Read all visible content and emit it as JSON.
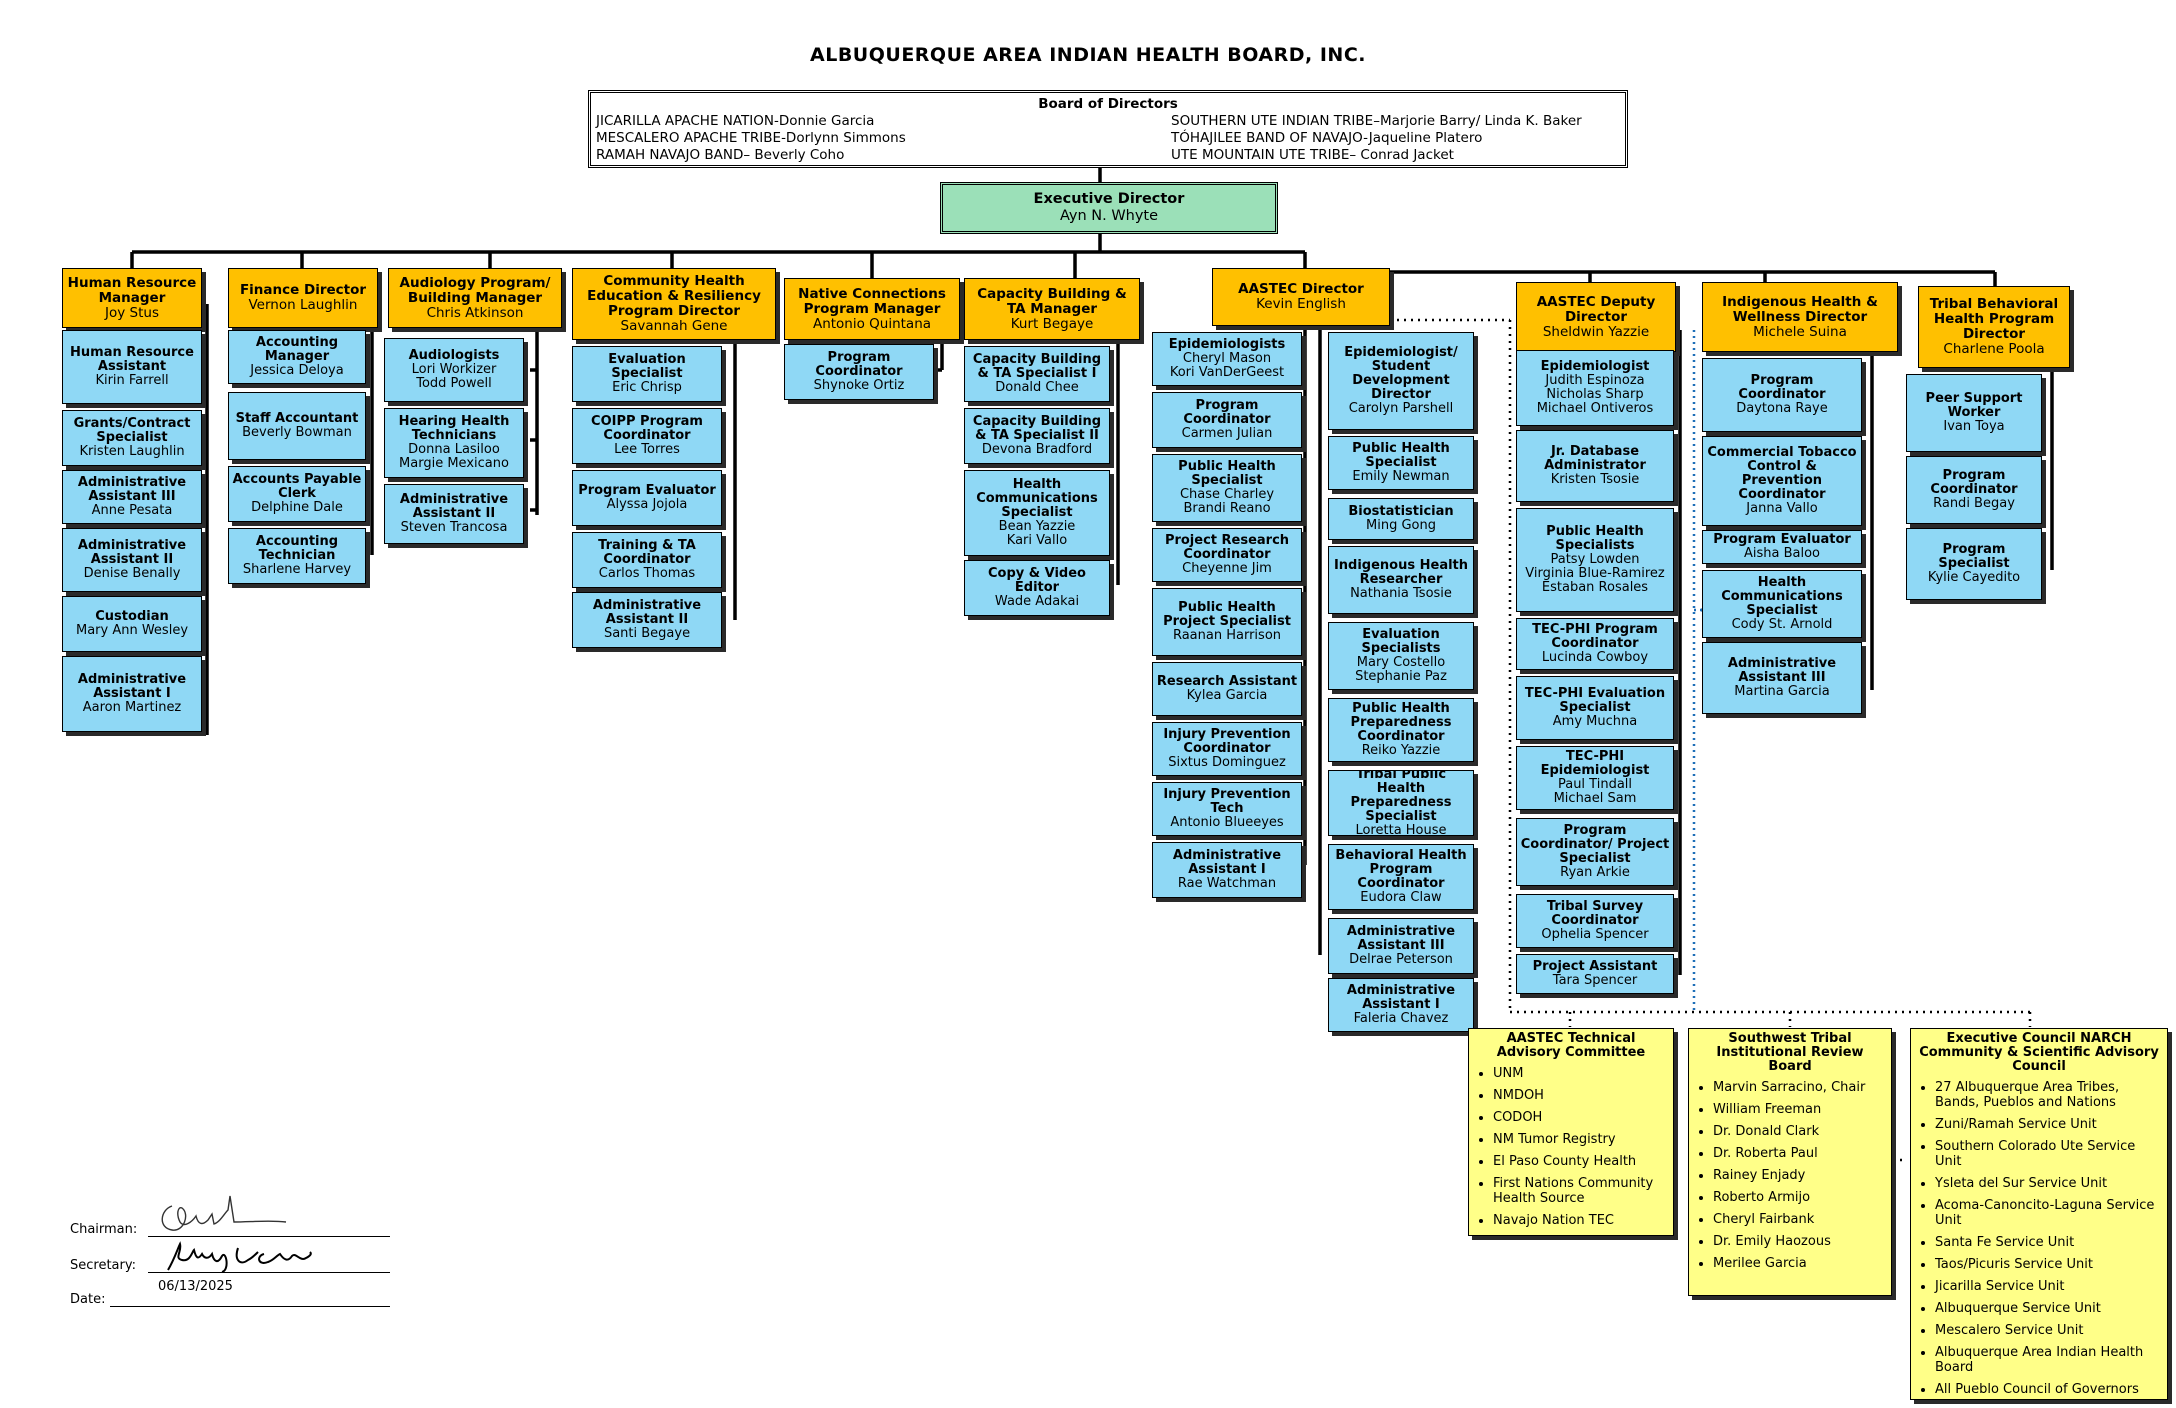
{
  "title": "ALBUQUERQUE AREA INDIAN HEALTH BOARD, INC.",
  "board": {
    "title": "Board of Directors",
    "left": [
      "JICARILLA APACHE NATION-Donnie Garcia",
      "MESCALERO APACHE TRIBE-Dorlynn Simmons",
      "RAMAH NAVAJO BAND– Beverly Coho"
    ],
    "right": [
      "SOUTHERN UTE INDIAN TRIBE–Marjorie Barry/ Linda K. Baker",
      "TÓHAJILEE BAND OF NAVAJO-Jaqueline Platero",
      "UTE MOUNTAIN UTE TRIBE– Conrad Jacket"
    ]
  },
  "exec": {
    "t": "Executive Director",
    "n": "Ayn N. Whyte"
  },
  "managers": {
    "hr": {
      "t": "Human Resource Manager",
      "n": "Joy Stus"
    },
    "fin": {
      "t": "Finance Director",
      "n": "Vernon Laughlin"
    },
    "aud": {
      "t": "Audiology Program/ Building Manager",
      "n": "Chris Atkinson"
    },
    "che": {
      "t": "Community Health Education & Resiliency Program Director",
      "n": "Savannah Gene"
    },
    "nc": {
      "t": "Native Connections Program Manager",
      "n": "Antonio Quintana"
    },
    "cb": {
      "t": "Capacity Building & TA Manager",
      "n": "Kurt Begaye"
    },
    "aastec": {
      "t": "AASTEC Director",
      "n": "Kevin English"
    },
    "dep": {
      "t": "AASTEC Deputy Director",
      "n": "Sheldwin Yazzie"
    },
    "ih": {
      "t": "Indigenous Health & Wellness Director",
      "n": "Michele Suina"
    },
    "tbh": {
      "t": "Tribal Behavioral Health Program Director",
      "n": "Charlene Poola"
    }
  },
  "hr": [
    {
      "t": "Human Resource Assistant",
      "n": "Kirin Farrell"
    },
    {
      "t": "Grants/Contract Specialist",
      "n": "Kristen Laughlin"
    },
    {
      "t": "Administrative Assistant III",
      "n": "Anne Pesata"
    },
    {
      "t": "Administrative Assistant II",
      "n": "Denise Benally"
    },
    {
      "t": "Custodian",
      "n": "Mary Ann Wesley"
    },
    {
      "t": "Administrative Assistant I",
      "n": "Aaron Martinez"
    }
  ],
  "fin": [
    {
      "t": "Accounting Manager",
      "n": "Jessica Deloya"
    },
    {
      "t": "Staff Accountant",
      "n": "Beverly Bowman"
    },
    {
      "t": "Accounts Payable Clerk",
      "n": "Delphine Dale"
    },
    {
      "t": "Accounting Technician",
      "n": "Sharlene Harvey"
    }
  ],
  "aud": [
    {
      "t": "Audiologists",
      "n": "Lori Workizer\nTodd Powell"
    },
    {
      "t": "Hearing Health Technicians",
      "n": "Donna Lasiloo\nMargie Mexicano"
    },
    {
      "t": "Administrative Assistant II",
      "n": "Steven Trancosa"
    }
  ],
  "che": [
    {
      "t": "Evaluation Specialist",
      "n": "Eric Chrisp"
    },
    {
      "t": "COIPP Program Coordinator",
      "n": "Lee Torres"
    },
    {
      "t": "Program Evaluator",
      "n": "Alyssa Jojola"
    },
    {
      "t": "Training & TA Coordinator",
      "n": "Carlos Thomas"
    },
    {
      "t": "Administrative Assistant II",
      "n": "Santi Begaye"
    }
  ],
  "nc": [
    {
      "t": "Program Coordinator",
      "n": "Shynoke Ortiz"
    }
  ],
  "cb": [
    {
      "t": "Capacity Building & TA Specialist I",
      "n": "Donald Chee"
    },
    {
      "t": "Capacity Building & TA Specialist II",
      "n": "Devona Bradford"
    },
    {
      "t": "Health Communications Specialist",
      "n": "Bean Yazzie\nKari Vallo"
    },
    {
      "t": "Copy & Video Editor",
      "n": "Wade Adakai"
    }
  ],
  "aastecA": [
    {
      "t": "Epidemiologists",
      "n": "Cheryl Mason\nKori VanDerGeest"
    },
    {
      "t": "Program Coordinator",
      "n": "Carmen Julian"
    },
    {
      "t": "Public Health Specialist",
      "n": "Chase Charley\nBrandi Reano"
    },
    {
      "t": "Project Research Coordinator",
      "n": "Cheyenne Jim"
    },
    {
      "t": "Public Health Project Specialist",
      "n": "Raanan Harrison"
    },
    {
      "t": "Research Assistant",
      "n": "Kylea Garcia"
    },
    {
      "t": "Injury Prevention Coordinator",
      "n": "Sixtus Dominguez"
    },
    {
      "t": "Injury Prevention Tech",
      "n": "Antonio Blueeyes"
    },
    {
      "t": "Administrative Assistant I",
      "n": "Rae Watchman"
    }
  ],
  "aastecB": [
    {
      "t": "Epidemiologist/ Student Development Director",
      "n": "Carolyn Parshell"
    },
    {
      "t": "Public Health Specialist",
      "n": "Emily Newman"
    },
    {
      "t": "Biostatistician",
      "n": "Ming Gong"
    },
    {
      "t": "Indigenous Health Researcher",
      "n": "Nathania Tsosie"
    },
    {
      "t": "Evaluation Specialists",
      "n": "Mary Costello\nStephanie Paz"
    },
    {
      "t": "Public Health Preparedness Coordinator",
      "n": "Reiko Yazzie"
    },
    {
      "t": "Tribal Public Health Preparedness Specialist",
      "n": "Loretta House"
    },
    {
      "t": "Behavioral Health Program Coordinator",
      "n": "Eudora Claw"
    },
    {
      "t": "Administrative Assistant III",
      "n": "Delrae Peterson"
    },
    {
      "t": "Administrative Assistant I",
      "n": "Faleria Chavez"
    }
  ],
  "dep": [
    {
      "t": "Epidemiologist",
      "n": "Judith Espinoza\nNicholas Sharp\nMichael Ontiveros"
    },
    {
      "t": "Jr. Database Administrator",
      "n": "Kristen Tsosie"
    },
    {
      "t": "Public Health Specialists",
      "n": "Patsy Lowden\nVirginia Blue-Ramirez\nEstaban Rosales"
    },
    {
      "t": "TEC-PHI Program Coordinator",
      "n": "Lucinda Cowboy"
    },
    {
      "t": "TEC-PHI Evaluation Specialist",
      "n": "Amy Muchna"
    },
    {
      "t": "TEC-PHI Epidemiologist",
      "n": "Paul Tindall\nMichael Sam"
    },
    {
      "t": "Program Coordinator/ Project Specialist",
      "n": "Ryan Arkie"
    },
    {
      "t": "Tribal Survey Coordinator",
      "n": "Ophelia Spencer"
    },
    {
      "t": "Project Assistant",
      "n": "Tara Spencer"
    }
  ],
  "ih": [
    {
      "t": "Program Coordinator",
      "n": "Daytona Raye"
    },
    {
      "t": "Commercial Tobacco Control & Prevention Coordinator",
      "n": "Janna Vallo"
    },
    {
      "t": "Program Evaluator",
      "n": "Aisha Baloo"
    },
    {
      "t": "Health Communications Specialist",
      "n": "Cody St. Arnold"
    },
    {
      "t": "Administrative Assistant III",
      "n": "Martina Garcia"
    }
  ],
  "tbh": [
    {
      "t": "Peer Support Worker",
      "n": "Ivan Toya"
    },
    {
      "t": "Program Coordinator",
      "n": "Randi Begay"
    },
    {
      "t": "Program Specialist",
      "n": "Kylie Cayedito"
    }
  ],
  "yellow": {
    "tac": {
      "t": "AASTEC Technical Advisory Committee",
      "items": [
        "UNM",
        "NMDOH",
        "CODOH",
        "NM Tumor Registry",
        "El Paso County Health",
        "First Nations Community Health Source",
        "Navajo Nation TEC"
      ]
    },
    "irb": {
      "t": "Southwest Tribal Institutional Review Board",
      "items": [
        "Marvin Sarracino, Chair",
        "William Freeman",
        "Dr. Donald Clark",
        "Dr. Roberta Paul",
        "Rainey Enjady",
        "Roberto Armijo",
        "Cheryl Fairbank",
        "Dr. Emily Haozous",
        "Merilee Garcia"
      ]
    },
    "narch": {
      "t": "Executive Council NARCH Community & Scientific Advisory Council",
      "items": [
        "27 Albuquerque Area Tribes, Bands, Pueblos and Nations",
        "Zuni/Ramah Service Unit",
        "Southern Colorado Ute Service Unit",
        "Ysleta del Sur Service Unit",
        "Acoma-Canoncito-Laguna Service Unit",
        "Santa Fe Service Unit",
        "Taos/Picuris Service Unit",
        "Jicarilla Service Unit",
        "Albuquerque Service Unit",
        "Mescalero Service Unit",
        "Albuquerque Area Indian Health Board",
        "All Pueblo Council of Governors"
      ]
    }
  },
  "signatures": {
    "chairman": "Chairman:",
    "secretary": "Secretary:",
    "date_label": "Date:",
    "date": "06/13/2025"
  }
}
